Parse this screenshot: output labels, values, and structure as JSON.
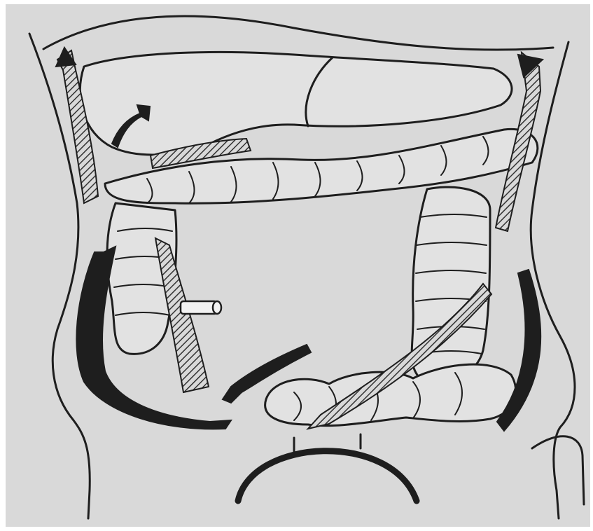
{
  "figure": {
    "kind": "anatomical-line-drawing",
    "subject": "abdominal-cavity-peritoneal-flow",
    "style": "pen-and-ink-on-gray",
    "text_labels": []
  },
  "colors": {
    "page": "#ffffff",
    "paper": "#d9d9d9",
    "ink": "#1e1e1e",
    "hatch": "#444444",
    "organ_fill": "#e2e2e2"
  },
  "icons": {
    "solid_arrow": "bold-arrow",
    "hatched_arrow": "hatched-arrow",
    "tube": "drain-tube-icon"
  }
}
